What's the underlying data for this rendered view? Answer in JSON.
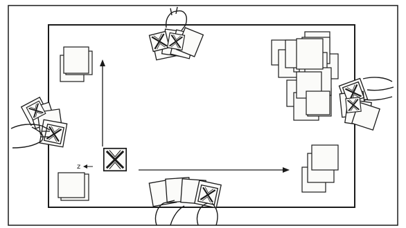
{
  "figure": {
    "direction_marker": "z"
  },
  "colors": {
    "ink": "#1a1a1a",
    "paper": "#ffffff",
    "card_face": "#fbfbf9"
  },
  "elements": {
    "frame": "outer-border",
    "table": "table-outline",
    "hands": [
      "hand-top",
      "hand-left",
      "hand-right",
      "hand-bottom"
    ],
    "stacks": [
      "pile-top-left",
      "pile-bottom-left",
      "pile-right-large",
      "pile-right-lower",
      "center-card"
    ]
  }
}
